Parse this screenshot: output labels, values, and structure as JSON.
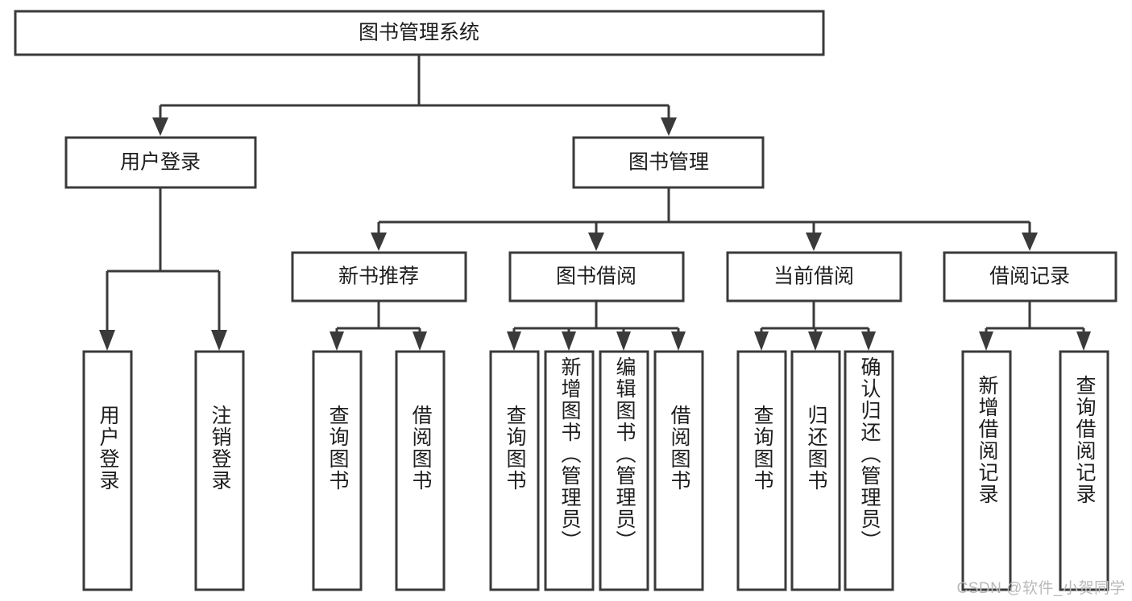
{
  "diagram": {
    "title": "图书管理系统",
    "type": "hierarchy-tree",
    "levels": 4,
    "root": {
      "id": "root",
      "label": "图书管理系统",
      "orientation": "horizontal"
    },
    "level2": [
      {
        "id": "user-login",
        "label": "用户登录",
        "orientation": "horizontal"
      },
      {
        "id": "book-management",
        "label": "图书管理",
        "orientation": "horizontal"
      }
    ],
    "level3": [
      {
        "id": "new-book-recommend",
        "label": "新书推荐",
        "orientation": "horizontal",
        "parent": "book-management"
      },
      {
        "id": "book-borrow",
        "label": "图书借阅",
        "orientation": "horizontal",
        "parent": "book-management"
      },
      {
        "id": "current-borrow",
        "label": "当前借阅",
        "orientation": "horizontal",
        "parent": "book-management"
      },
      {
        "id": "borrow-record",
        "label": "借阅记录",
        "orientation": "horizontal",
        "parent": "book-management"
      }
    ],
    "leaves": [
      {
        "id": "leaf-user-login",
        "label": "用户登录",
        "orientation": "vertical",
        "parent": "user-login"
      },
      {
        "id": "leaf-logout-login",
        "label": "注销登录",
        "orientation": "vertical",
        "parent": "user-login"
      },
      {
        "id": "leaf-query-book-1",
        "label": "查询图书",
        "orientation": "vertical",
        "parent": "new-book-recommend"
      },
      {
        "id": "leaf-borrow-book-1",
        "label": "借阅图书",
        "orientation": "vertical",
        "parent": "new-book-recommend"
      },
      {
        "id": "leaf-query-book-2",
        "label": "查询图书",
        "orientation": "vertical",
        "parent": "book-borrow"
      },
      {
        "id": "leaf-add-book",
        "label": "新增图书（管理员）",
        "orientation": "vertical",
        "parent": "book-borrow"
      },
      {
        "id": "leaf-edit-book",
        "label": "编辑图书（管理员）",
        "orientation": "vertical",
        "parent": "book-borrow"
      },
      {
        "id": "leaf-borrow-book-2",
        "label": "借阅图书",
        "orientation": "vertical",
        "parent": "book-borrow"
      },
      {
        "id": "leaf-query-book-3",
        "label": "查询图书",
        "orientation": "vertical",
        "parent": "current-borrow"
      },
      {
        "id": "leaf-return-book",
        "label": "归还图书",
        "orientation": "vertical",
        "parent": "current-borrow"
      },
      {
        "id": "leaf-confirm-return",
        "label": "确认归还（管理员）",
        "orientation": "vertical",
        "parent": "current-borrow"
      },
      {
        "id": "leaf-add-record",
        "label": "新增借阅记录",
        "orientation": "vertical",
        "parent": "borrow-record"
      },
      {
        "id": "leaf-query-record",
        "label": "查询借阅记录",
        "orientation": "vertical",
        "parent": "borrow-record"
      }
    ]
  },
  "watermark": {
    "text": "CSDN @软件_小贺同学"
  },
  "colors": {
    "stroke": "#3a3a3a",
    "box_fill": "#ffffff",
    "text": "#1d1d1d",
    "background": "#ffffff",
    "watermark": "#b9b9b9"
  }
}
